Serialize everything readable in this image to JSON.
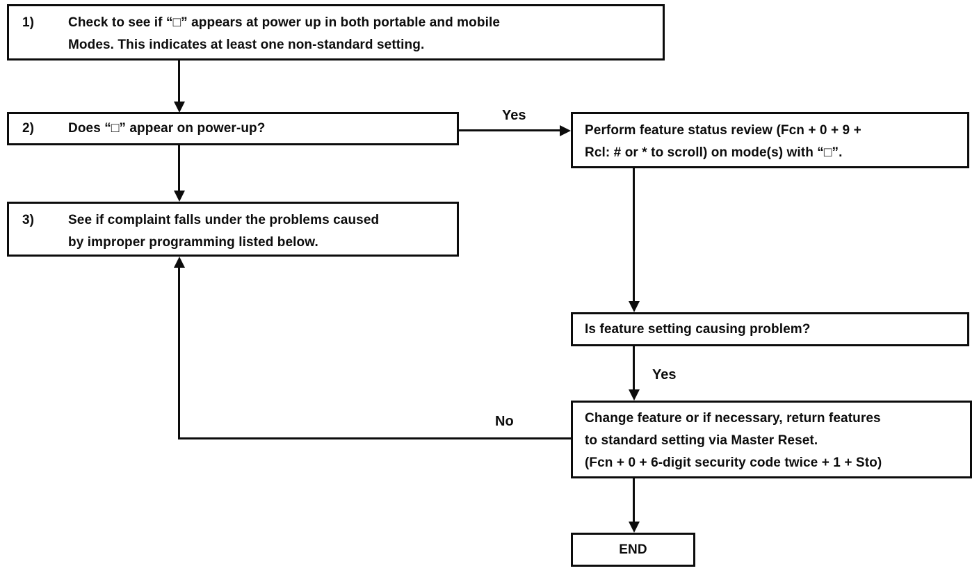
{
  "nodes": {
    "step1": {
      "number": "1)",
      "line1": "Check to see if “□” appears at power up in both portable and mobile",
      "line2": "Modes. This indicates at least one non-standard setting."
    },
    "step2": {
      "number": "2)",
      "text": "Does “□” appear on  power-up?"
    },
    "step3": {
      "number": "3)",
      "line1": "See if complaint falls under the problems caused",
      "line2": "by improper programming listed below."
    },
    "review": {
      "line1": "Perform feature status review (Fcn + 0 + 9 +",
      "line2": "Rcl: # or * to scroll) on mode(s) with “□”."
    },
    "feature_check": {
      "text": "Is feature setting causing problem?"
    },
    "change": {
      "line1": "Change feature or if necessary, return features",
      "line2": "to standard setting via Master Reset.",
      "line3": "(Fcn + 0 + 6-digit security code twice + 1 + Sto)"
    },
    "end": {
      "text": "END"
    }
  },
  "labels": {
    "yes_review": "Yes",
    "yes_change": "Yes",
    "no_return": "No"
  },
  "colors": {
    "ink": "#0c0c0c",
    "background": "#ffffff"
  }
}
